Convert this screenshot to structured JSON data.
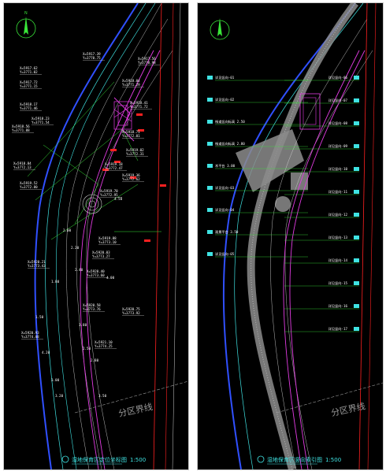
{
  "left_sheet": {
    "title": "湿地保育区定位坐标图",
    "scale": "1:500",
    "zone_label": "分区界线",
    "coord_labels": [
      {
        "x": "X=5917.39",
        "y": "Y=3770.75"
      },
      {
        "x": "X=5917.56",
        "y": "Y=3770.98"
      },
      {
        "x": "X=5917.62",
        "y": "Y=3771.02"
      },
      {
        "x": "X=5917.72",
        "y": "Y=3771.15"
      },
      {
        "x": "X=5918.04",
        "y": "Y=3771.29"
      },
      {
        "x": "X=5918.17",
        "y": "Y=3771.46"
      },
      {
        "x": "X=5918.23",
        "y": "Y=3771.54"
      },
      {
        "x": "X=5918.41",
        "y": "Y=3771.72"
      },
      {
        "x": "X=5918.56",
        "y": "Y=3771.88"
      },
      {
        "x": "X=5918.71",
        "y": "Y=3772.01"
      },
      {
        "x": "X=5918.84",
        "y": "Y=3772.13"
      },
      {
        "x": "X=5919.02",
        "y": "Y=3772.31"
      },
      {
        "x": "X=5919.18",
        "y": "Y=3772.47"
      },
      {
        "x": "X=5919.36",
        "y": "Y=3772.62"
      },
      {
        "x": "X=5919.52",
        "y": "Y=3772.80"
      },
      {
        "x": "X=5919.70",
        "y": "Y=3772.95"
      },
      {
        "x": "X=5919.88",
        "y": "Y=3773.10"
      },
      {
        "x": "X=5920.03",
        "y": "Y=3773.27"
      },
      {
        "x": "X=5920.21",
        "y": "Y=3773.43"
      },
      {
        "x": "X=5920.40",
        "y": "Y=3773.60"
      },
      {
        "x": "X=5920.58",
        "y": "Y=3773.76"
      },
      {
        "x": "X=5920.75",
        "y": "Y=3773.92"
      },
      {
        "x": "X=5920.93",
        "y": "Y=3774.08"
      },
      {
        "x": "X=5921.10",
        "y": "Y=3774.25"
      }
    ],
    "elevation_marks": [
      "1.50",
      "1.80",
      "2.00",
      "2.20",
      "2.40",
      "2.50",
      "2.80",
      "3.00",
      "3.20",
      "3.50",
      "3.80",
      "4.00",
      "4.20",
      "4.50"
    ]
  },
  "right_sheet": {
    "title": "湿地保育区竖向索引图",
    "scale": "1:500",
    "zone_label": "分区界线",
    "callouts_left": [
      "详见竖向-01",
      "详见竖向-02",
      "栈道竖向标高 2.50",
      "栈道竖向标高 2.80",
      "木平台 3.00",
      "详见竖向-03",
      "详见竖向-04",
      "观景平台 3.50",
      "详见竖向-05"
    ],
    "callouts_right": [
      "详见竖向-06",
      "详见竖向-07",
      "详见竖向-08",
      "详见竖向-09",
      "详见竖向-10",
      "详见竖向-11",
      "详见竖向-12",
      "详见竖向-13",
      "详见竖向-14",
      "详见竖向-15",
      "详见竖向-16",
      "详见竖向-17"
    ]
  },
  "colors": {
    "bg": "#000000",
    "green": "#39e639",
    "cyan": "#3fe3e3",
    "magenta": "#e23be2",
    "red": "#ff2020",
    "blue": "#3050ff",
    "white": "#ffffff",
    "gray": "#8c8c8c"
  }
}
